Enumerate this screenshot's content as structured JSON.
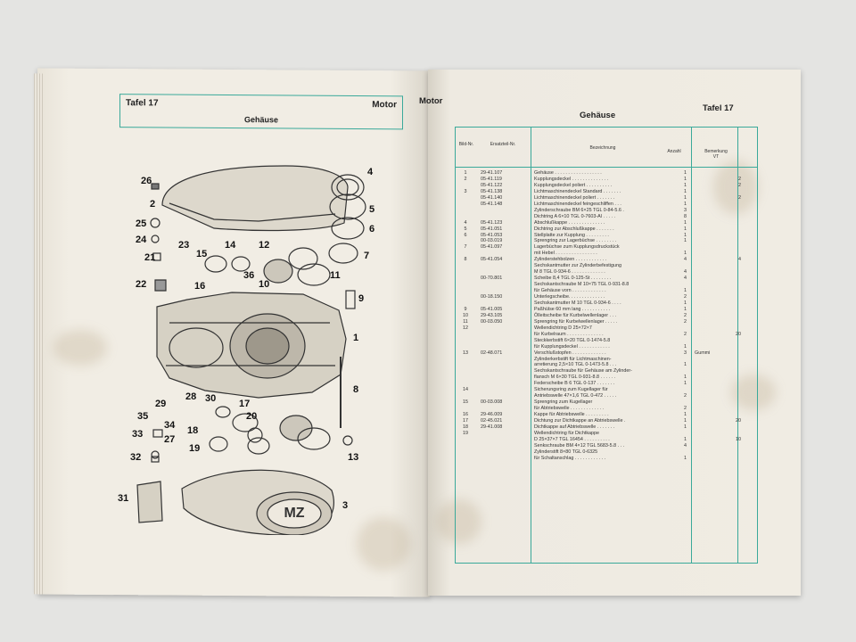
{
  "left_page": {
    "table_label": "Tafel 17",
    "section": "Motor",
    "title": "Gehäuse",
    "callouts": [
      "26",
      "2",
      "4",
      "5",
      "6",
      "25",
      "24",
      "23",
      "14",
      "12",
      "7",
      "21",
      "15",
      "36",
      "11",
      "22",
      "16",
      "10",
      "9",
      "1",
      "8",
      "28",
      "30",
      "29",
      "35",
      "34",
      "33",
      "27",
      "18",
      "17",
      "20",
      "19",
      "32",
      "31",
      "3",
      "13"
    ],
    "logo_text": "MZ"
  },
  "right_page": {
    "section": "Motor",
    "table_label": "Tafel 17",
    "title": "Gehäuse",
    "headers": {
      "bild": "Bild-Nr.",
      "ersatzteil": "Ersatzteil-Nr.",
      "bezeichnung": "Bezeichnung",
      "anzahl": "Anzahl",
      "bemerkung": "Bemerkung",
      "vt": "VT"
    },
    "rows": [
      {
        "nr": "1",
        "ers": "29-41.107",
        "bez": "Gehäuse . . . . . . . . . . . . . . . . . .",
        "anz": "1",
        "bem": "",
        "vt": ""
      },
      {
        "nr": "2",
        "ers": "05-41.119",
        "bez": "Kupplungsdeckel . . . . . . . . . . . . . .",
        "anz": "1",
        "bem": "",
        "vt": "2"
      },
      {
        "nr": "",
        "ers": "05-41.122",
        "bez": "Kupplungsdeckel poliert . . . . . . . . . .",
        "anz": "1",
        "bem": "",
        "vt": "2"
      },
      {
        "nr": "3",
        "ers": "05-41.138",
        "bez": "Lichtmaschinendeckel Standard . . . . . . .",
        "anz": "1",
        "bem": "",
        "vt": ""
      },
      {
        "nr": "",
        "ers": "05-41.140",
        "bez": "Lichtmaschinendeckel poliert . . . . . . .",
        "anz": "1",
        "bem": "",
        "vt": "2"
      },
      {
        "nr": "",
        "ers": "05-41.148",
        "bez": "Lichtmaschinendeckel feingeschliffen . . .",
        "anz": "1",
        "bem": "",
        "vt": ""
      },
      {
        "nr": "",
        "ers": "",
        "bez": "Zylinderschraube BM 6×25 TGL 0-84-5.6 .",
        "anz": "3",
        "bem": "",
        "vt": ""
      },
      {
        "nr": "",
        "ers": "",
        "bez": "Dichtring A 6×10 TGL 0-7603-Al . . . . .",
        "anz": "8",
        "bem": "",
        "vt": ""
      },
      {
        "nr": "4",
        "ers": "05-41.123",
        "bez": "Abschlußkappe . . . . . . . . . . . . . .",
        "anz": "1",
        "bem": "",
        "vt": ""
      },
      {
        "nr": "5",
        "ers": "05-41.051",
        "bez": "Dichtring zur Abschlußkappe . . . . . . .",
        "anz": "1",
        "bem": "",
        "vt": ""
      },
      {
        "nr": "6",
        "ers": "05-41.053",
        "bez": "Stellplatte zur Kupplung . . . . . . . . .",
        "anz": "1",
        "bem": "",
        "vt": ""
      },
      {
        "nr": "",
        "ers": "00-03.019",
        "bez": "Sprengring zur Lagerbüchse . . . . . . . .",
        "anz": "1",
        "bem": "",
        "vt": ""
      },
      {
        "nr": "7",
        "ers": "05-41.097",
        "bez": "Lagerbüchse zum Kupplungsdruckstück",
        "anz": "",
        "bem": "",
        "vt": ""
      },
      {
        "nr": "",
        "ers": "",
        "bez": "mit Hebel . . . . . . . . . . . . . . . .",
        "anz": "1",
        "bem": "",
        "vt": ""
      },
      {
        "nr": "8",
        "ers": "05-41.054",
        "bez": "Zylinderstehbolzen . . . . . . . . . . . .",
        "anz": "4",
        "bem": "",
        "vt": "4"
      },
      {
        "nr": "",
        "ers": "",
        "bez": "Sechskantmutter zur Zylinderbefestigung",
        "anz": "",
        "bem": "",
        "vt": ""
      },
      {
        "nr": "",
        "ers": "",
        "bez": "M 8 TGL 0-934-6 . . . . . . . . . . . . .",
        "anz": "4",
        "bem": "",
        "vt": ""
      },
      {
        "nr": "",
        "ers": "00-70.801",
        "bez": "Scheibe 8,4 TGL 0-125-St . . . . . . . .",
        "anz": "4",
        "bem": "",
        "vt": ""
      },
      {
        "nr": "",
        "ers": "",
        "bez": "Sechskantschraube M 10×75 TGL 0-931-8.8",
        "anz": "",
        "bem": "",
        "vt": ""
      },
      {
        "nr": "",
        "ers": "",
        "bez": "für Gehäuse vorn . . . . . . . . . . . . .",
        "anz": "1",
        "bem": "",
        "vt": ""
      },
      {
        "nr": "",
        "ers": "00-18.150",
        "bez": "Unterlegscheibe. . . . . . . . . . . . . .",
        "anz": "2",
        "bem": "",
        "vt": ""
      },
      {
        "nr": "",
        "ers": "",
        "bez": "Sechskantmutter M 10 TGL 0-934-6 . . . .",
        "anz": "1",
        "bem": "",
        "vt": ""
      },
      {
        "nr": "9",
        "ers": "05-41.005",
        "bez": "Paßhülse 60 mm lang . . . . . . . . . . .",
        "anz": "1",
        "bem": "",
        "vt": ""
      },
      {
        "nr": "10",
        "ers": "29-43.105",
        "bez": "Ölleitscheibe für Kurbelwellenlager . . .",
        "anz": "2",
        "bem": "",
        "vt": ""
      },
      {
        "nr": "11",
        "ers": "00-03.050",
        "bez": "Sprengring für Kurbelwellenlager . . . . .",
        "anz": "2",
        "bem": "",
        "vt": ""
      },
      {
        "nr": "12",
        "ers": "",
        "bez": "Wellendichtring D 25×72×7",
        "anz": "",
        "bem": "",
        "vt": ""
      },
      {
        "nr": "",
        "ers": "",
        "bez": "für Kurbelraum . . . . . . . . . . . . . .",
        "anz": "2",
        "bem": "",
        "vt": "20"
      },
      {
        "nr": "",
        "ers": "",
        "bez": "Steckkerbstift 6×20 TGL 0-1474-5.8",
        "anz": "",
        "bem": "",
        "vt": ""
      },
      {
        "nr": "",
        "ers": "",
        "bez": "für Kupplungsdeckel . . . . . . . . . . . .",
        "anz": "1",
        "bem": "",
        "vt": ""
      },
      {
        "nr": "13",
        "ers": "02-48.071",
        "bez": "Verschlußstopfen . . . . . . . . . . . . .",
        "anz": "3",
        "bem": "Gummi",
        "vt": ""
      },
      {
        "nr": "",
        "ers": "",
        "bez": "Zylinderkerbstift für Lichtmaschinen-",
        "anz": "",
        "bem": "",
        "vt": ""
      },
      {
        "nr": "",
        "ers": "",
        "bez": "arretierung 2,5×10 TGL 0-1473-5.8 . . .",
        "anz": "1",
        "bem": "",
        "vt": ""
      },
      {
        "nr": "",
        "ers": "",
        "bez": "Sechskantschraube für Gehäuse am Zylinder-",
        "anz": "",
        "bem": "",
        "vt": ""
      },
      {
        "nr": "",
        "ers": "",
        "bez": "flansch M 6×30 TGL 0-931-8.8 . . . . . .",
        "anz": "1",
        "bem": "",
        "vt": ""
      },
      {
        "nr": "",
        "ers": "",
        "bez": "Federscheibe B 6 TGL 0-137 . . . . . . .",
        "anz": "1",
        "bem": "",
        "vt": ""
      },
      {
        "nr": "14",
        "ers": "",
        "bez": "Sicherungsring zum Kugellager für",
        "anz": "",
        "bem": "",
        "vt": ""
      },
      {
        "nr": "",
        "ers": "",
        "bez": "Antriebswelle 47×1,6 TGL 0-472 . . . . .",
        "anz": "2",
        "bem": "",
        "vt": ""
      },
      {
        "nr": "15",
        "ers": "00-03.008",
        "bez": "Sprengring zum Kugellager",
        "anz": "",
        "bem": "",
        "vt": ""
      },
      {
        "nr": "",
        "ers": "",
        "bez": "für Abtriebswelle . . . . . . . . . . . . .",
        "anz": "2",
        "bem": "",
        "vt": ""
      },
      {
        "nr": "16",
        "ers": "29-46.009",
        "bez": "Kappe für Abtriebswelle . . . . . . . . .",
        "anz": "1",
        "bem": "",
        "vt": ""
      },
      {
        "nr": "17",
        "ers": "02-45.021",
        "bez": "Dichtung zur Dichtkappe an Abtriebswelle .",
        "anz": "1",
        "bem": "",
        "vt": "20"
      },
      {
        "nr": "18",
        "ers": "29-41.008",
        "bez": "Dichtkappe auf Abtriebswelle . . . . . . .",
        "anz": "1",
        "bem": "",
        "vt": ""
      },
      {
        "nr": "19",
        "ers": "",
        "bez": "Wellendichtring für Dichtkappe",
        "anz": "",
        "bem": "",
        "vt": ""
      },
      {
        "nr": "",
        "ers": "",
        "bez": "D 25×37×7 TGL 16454 . . . . . . . . . .",
        "anz": "1",
        "bem": "",
        "vt": "10"
      },
      {
        "nr": "",
        "ers": "",
        "bez": "Senkschraube BM 4×12 TGL 5683-5.8 . . .",
        "anz": "4",
        "bem": "",
        "vt": ""
      },
      {
        "nr": "",
        "ers": "",
        "bez": "Zylinderstift 8×80 TGL 0-6325",
        "anz": "",
        "bem": "",
        "vt": ""
      },
      {
        "nr": "",
        "ers": "",
        "bez": "für Schaltanschlag . . . . . . . . . . . .",
        "anz": "1",
        "bem": "",
        "vt": ""
      }
    ]
  },
  "colors": {
    "accent": "#3aa99a",
    "paper": "#efebe2",
    "ink": "#222222",
    "background": "#e4e4e2"
  }
}
